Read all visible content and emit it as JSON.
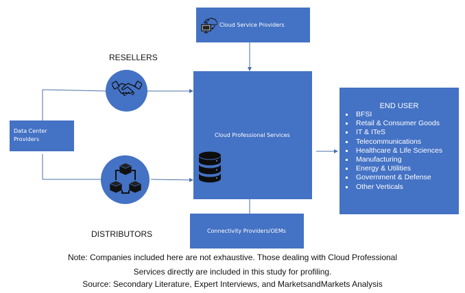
{
  "nodes": {
    "cloud_service_providers": "Cloud Service  Providers",
    "cloud_professional_services": "Cloud Professional Services",
    "data_center_providers_line1": "Data Center",
    "data_center_providers_line2": "Providers",
    "connectivity_providers": "Connectivity Providers/OEMs",
    "resellers": "RESELLERS",
    "distributors": "DISTRIBUTORS"
  },
  "end_user": {
    "title": "END USER",
    "items": [
      "BFSI",
      "Retail & Consumer Goods",
      "IT & ITeS",
      "Telecommunications",
      "Healthcare & Life Sciences",
      "Manufacturing",
      "Energy & Utilities",
      "Government & Defense",
      "Other Verticals"
    ]
  },
  "footnote": {
    "line1": "Note: Companies included here are not exhaustive. Those dealing with Cloud Professional",
    "line2": "Services directly are included in this study for profiling.",
    "line3": "Source: Secondary Literature, Expert Interviews, and MarketsandMarkets Analysis"
  },
  "icons": {
    "cloud_service": "cloud-monitor-icon",
    "resellers": "handshake-icon",
    "distributors": "network-cubes-icon",
    "database": "database-icon"
  },
  "colors": {
    "box_fill": "#4472C4",
    "connector": "#4A6FA5",
    "text_on_box": "#FFFFFF"
  }
}
